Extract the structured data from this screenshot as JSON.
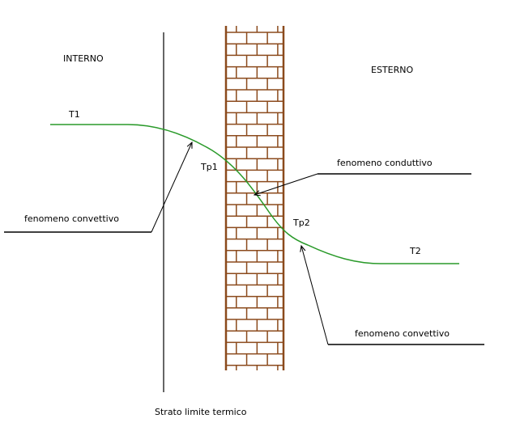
{
  "labels": {
    "interno": "INTERNO",
    "esterno": "ESTERNO",
    "t1": "T1",
    "t2": "T2",
    "tp1": "Tp1",
    "tp2": "Tp2",
    "conduttivo": "fenomeno conduttivo",
    "convettivo_left": "fenomeno convettivo",
    "convettivo_right": "fenomeno convettivo",
    "strato": "Strato limite termico"
  },
  "colors": {
    "brick": "#8b4a1c",
    "mortar": "#8b4a1c",
    "wall_fill": "#ffffff",
    "temperature_curve": "#2a9a2a",
    "lines": "#000000"
  },
  "icons": {
    "arrowhead": "open-arrowhead"
  }
}
